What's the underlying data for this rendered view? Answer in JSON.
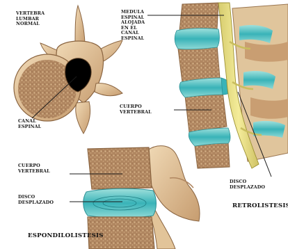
{
  "labels": {
    "vertebra_lumbar_normal": [
      "VERTEBRA",
      "LUMBAR",
      "NORMAL"
    ],
    "canal_espinal": [
      "CANAL",
      "ESPINAL"
    ],
    "medula_espinal": [
      "MEDULA",
      "ESPINAL",
      "ALOJADA",
      "EN EL",
      "CANAL",
      "ESPINAL"
    ],
    "cuerpo_vertebral_top": [
      "CUERPO",
      "VERTEBRAL"
    ],
    "cuerpo_vertebral_bottom": [
      "CUERPO",
      "VERTEBRAL"
    ],
    "disco_desplazado_left": [
      "DISCO",
      "DESPLAZADO"
    ],
    "disco_desplazado_right": [
      "DISCO",
      "DESPLAZADO"
    ]
  },
  "titles": {
    "retrolistesis": "RETROLISTESIS",
    "espondilolistesis": "ESPONDILOLISTESIS"
  },
  "colors": {
    "bone": "#e6c9a0",
    "bone_dark": "#b98a5c",
    "cancellous": "#a47752",
    "disc": "#5fc6c8",
    "disc_light": "#bde9e6",
    "cord": "#e9e08a",
    "canal": "#000000"
  }
}
